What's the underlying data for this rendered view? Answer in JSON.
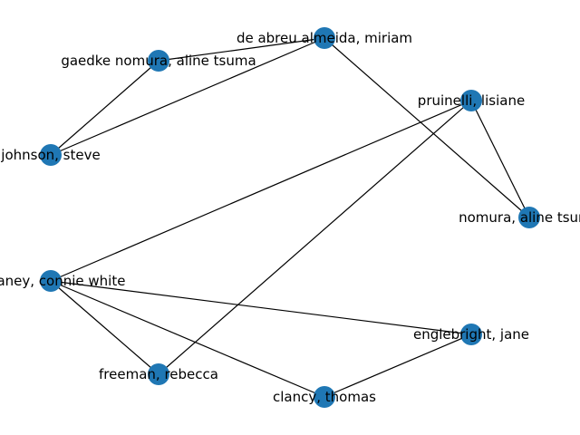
{
  "graph": {
    "node_color": "#1f77b4",
    "edge_color": "#000000",
    "nodes": [
      {
        "id": "miriam",
        "label": "de abreu almeida, miriam"
      },
      {
        "id": "gaedke",
        "label": "gaedke nomura, aline tsuma"
      },
      {
        "id": "pruinelli",
        "label": "pruinelli, lisiane"
      },
      {
        "id": "johnson",
        "label": "johnson, steve"
      },
      {
        "id": "nomura",
        "label": "nomura, aline tsuma"
      },
      {
        "id": "connie",
        "label": "delaney, connie white"
      },
      {
        "id": "englebright",
        "label": "englebright, jane"
      },
      {
        "id": "freeman",
        "label": "freeman, rebecca"
      },
      {
        "id": "clancy",
        "label": "clancy, thomas"
      }
    ],
    "edges": [
      [
        "gaedke",
        "miriam"
      ],
      [
        "gaedke",
        "johnson"
      ],
      [
        "johnson",
        "miriam"
      ],
      [
        "miriam",
        "nomura"
      ],
      [
        "pruinelli",
        "nomura"
      ],
      [
        "pruinelli",
        "connie"
      ],
      [
        "pruinelli",
        "freeman"
      ],
      [
        "connie",
        "englebright"
      ],
      [
        "connie",
        "freeman"
      ],
      [
        "connie",
        "clancy"
      ],
      [
        "englebright",
        "clancy"
      ]
    ]
  }
}
